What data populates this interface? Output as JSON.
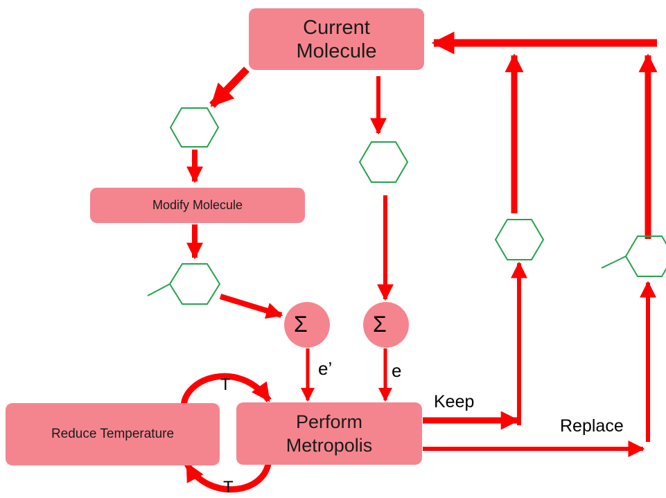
{
  "nodes": {
    "current_molecule": "Current\nMolecule",
    "modify_molecule": "Modify Molecule",
    "perform_metropolis": "Perform\nMetropolis",
    "reduce_temperature": "Reduce Temperature",
    "sum_left": "Σ",
    "sum_right": "Σ"
  },
  "edge_labels": {
    "e_prime": "e’",
    "e": "e",
    "keep": "Keep",
    "replace": "Replace",
    "t_top": "T",
    "t_bottom": "T"
  },
  "colors": {
    "box_fill": "#f4858f",
    "arrow": "#ff0000",
    "hexagon_stroke": "#22a34a",
    "text": "#1a1a1a"
  }
}
